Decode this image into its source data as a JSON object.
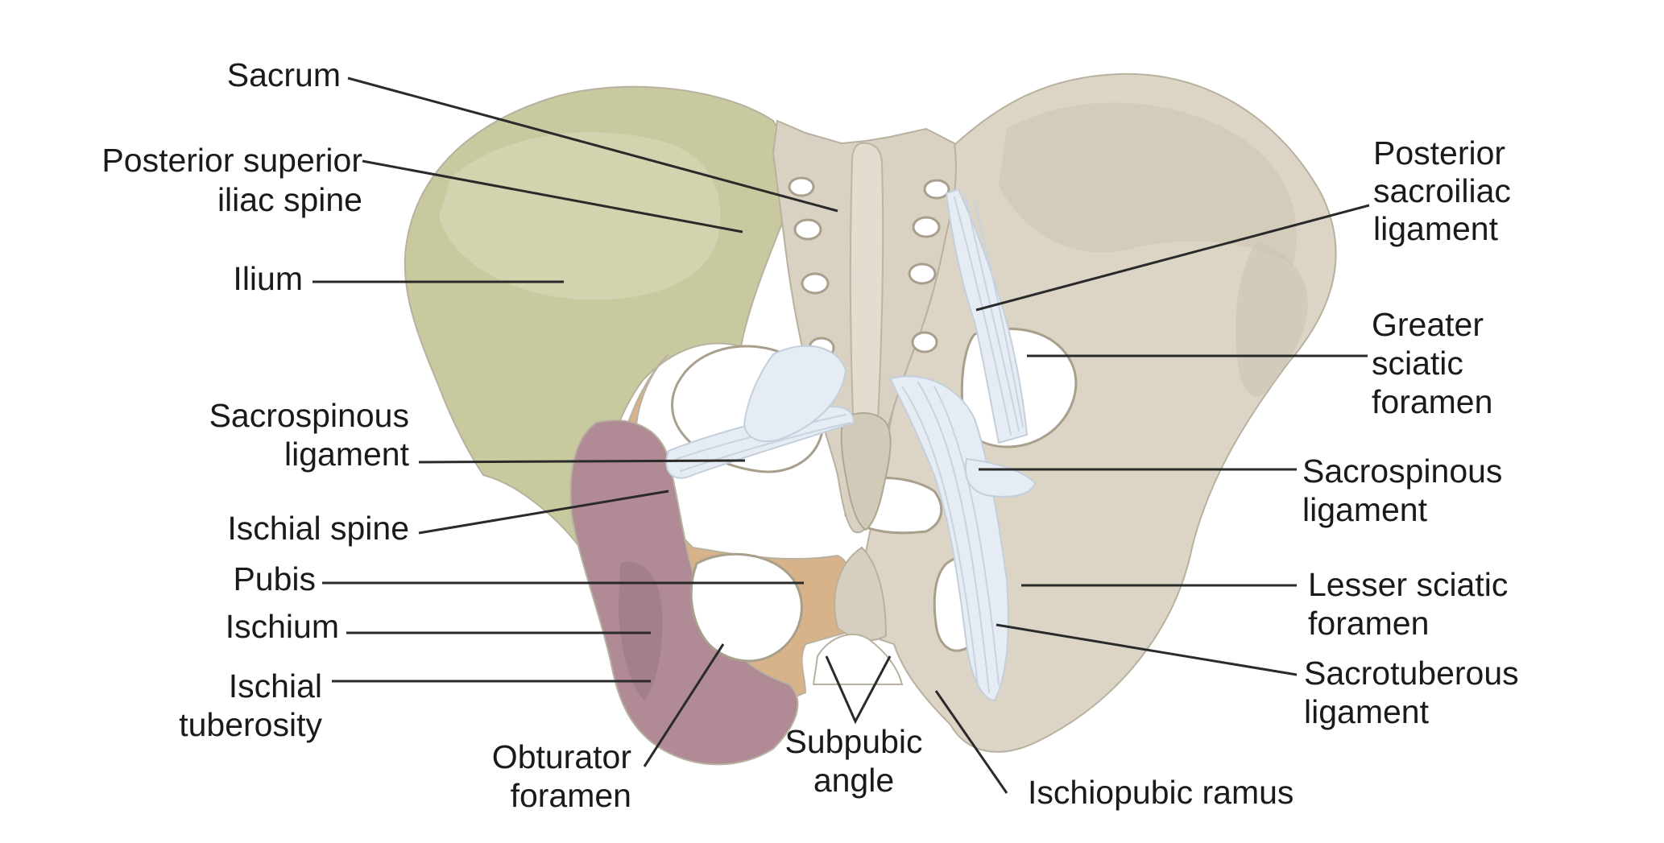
{
  "labels": {
    "sacrum": "Sacrum",
    "psis_1": "Posterior superior",
    "psis_2": "iliac spine",
    "ilium": "Ilium",
    "sacrospinous_left_1": "Sacrospinous",
    "sacrospinous_left_2": "ligament",
    "ischial_spine": "Ischial spine",
    "pubis": "Pubis",
    "ischium": "Ischium",
    "ischial_tuberosity_1": "Ischial",
    "ischial_tuberosity_2": "tuberosity",
    "obturator_1": "Obturator",
    "obturator_2": "foramen",
    "subpubic_1": "Subpubic",
    "subpubic_2": "angle",
    "ischiopubic": "Ischiopubic ramus",
    "post_sacroiliac_1": "Posterior",
    "post_sacroiliac_2": "sacroiliac",
    "post_sacroiliac_3": "ligament",
    "greater_sciatic_1": "Greater",
    "greater_sciatic_2": "sciatic",
    "greater_sciatic_3": "foramen",
    "sacrospinous_right_1": "Sacrospinous",
    "sacrospinous_right_2": "ligament",
    "lesser_sciatic_1": "Lesser sciatic",
    "lesser_sciatic_2": "foramen",
    "sacrotuberous_1": "Sacrotuberous",
    "sacrotuberous_2": "ligament"
  },
  "colors": {
    "ilium": "#c9c9a0",
    "pubis": "#d8b38a",
    "ischium": "#b08a94",
    "bone": "#dcd5c6",
    "sacrum": "#d9d1c1",
    "ligament": "#e6ecf3"
  }
}
